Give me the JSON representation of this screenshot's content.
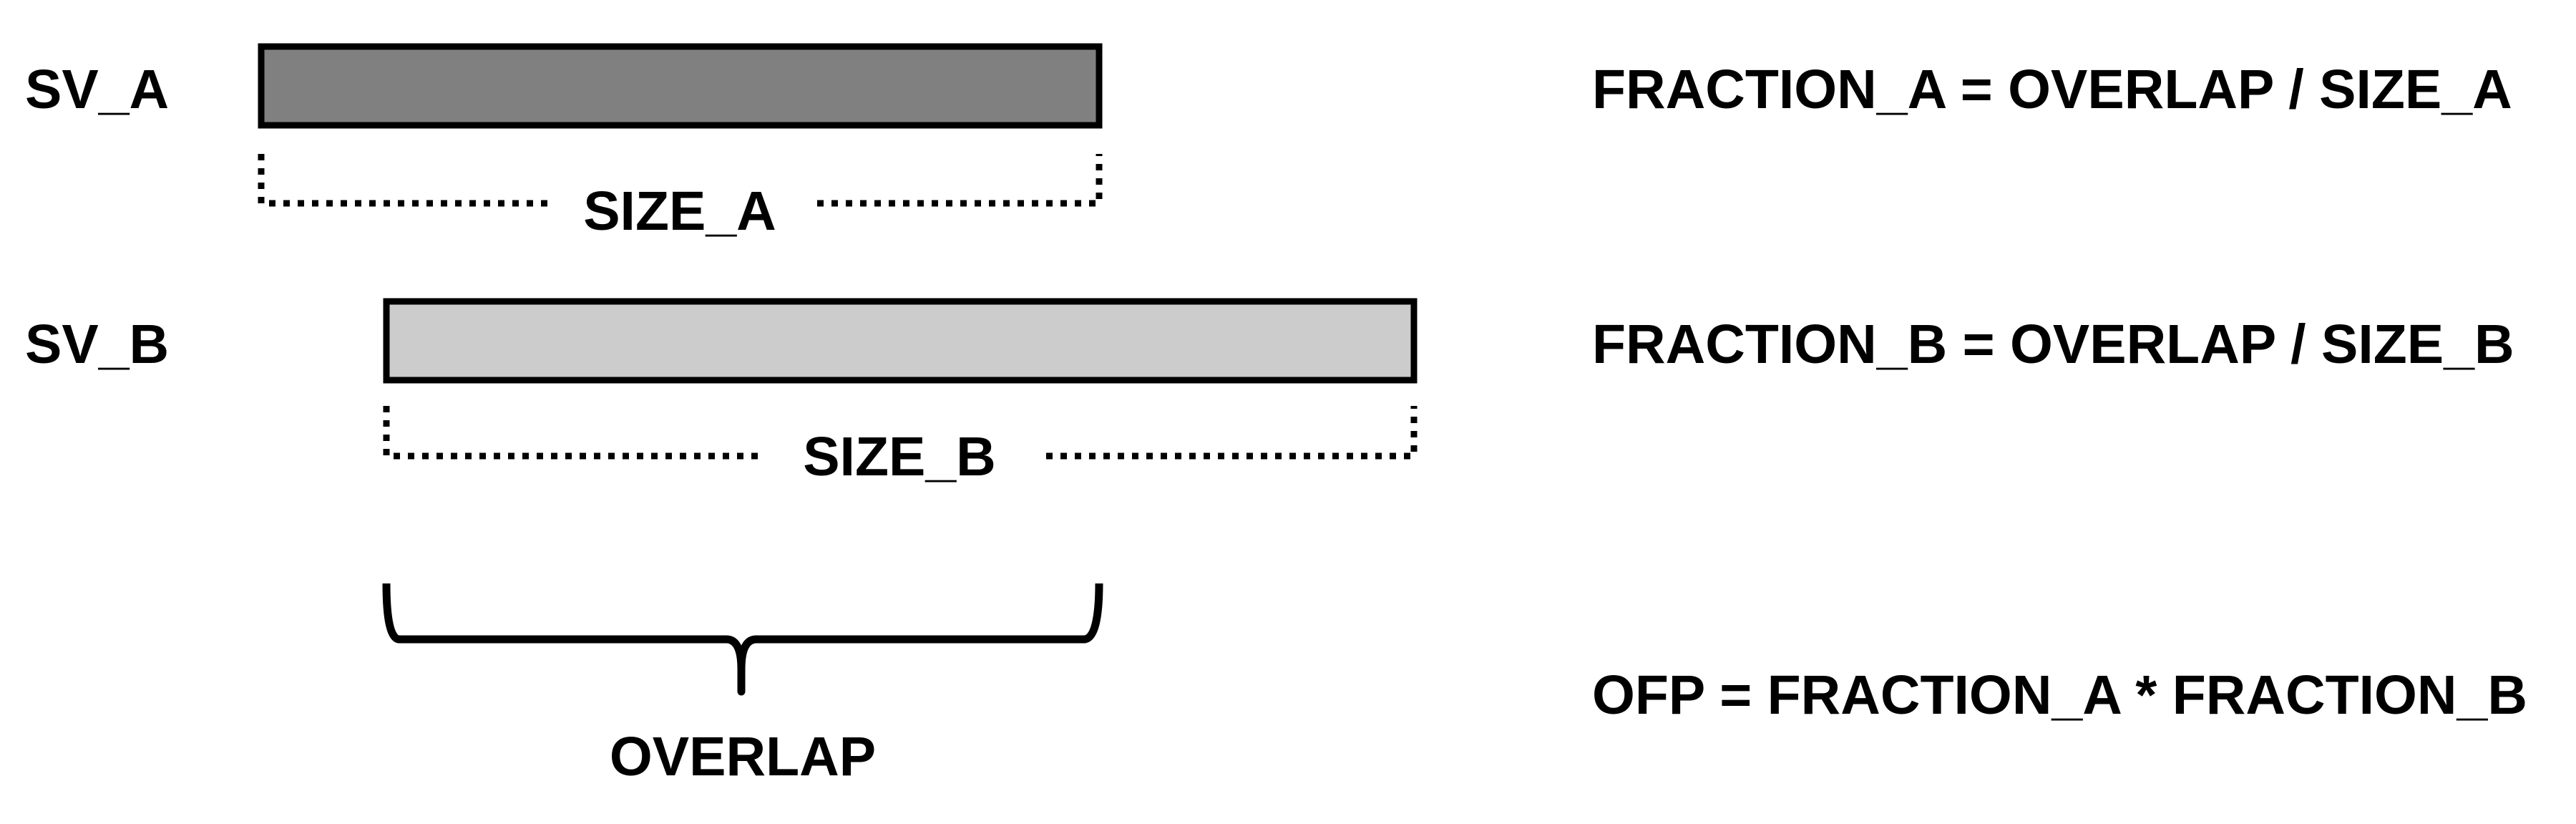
{
  "sv_a": {
    "label": "SV_A",
    "size_label": "SIZE_A",
    "fill": "#808080"
  },
  "sv_b": {
    "label": "SV_B",
    "size_label": "SIZE_B",
    "fill": "#cccccc"
  },
  "overlap": {
    "label": "OVERLAP"
  },
  "equations": {
    "fraction_a": "FRACTION_A = OVERLAP / SIZE_A",
    "fraction_b": "FRACTION_B = OVERLAP / SIZE_B",
    "ofp": "OFP = FRACTION_A * FRACTION_B"
  },
  "colors": {
    "outline": "#000000",
    "background": "#ffffff"
  }
}
